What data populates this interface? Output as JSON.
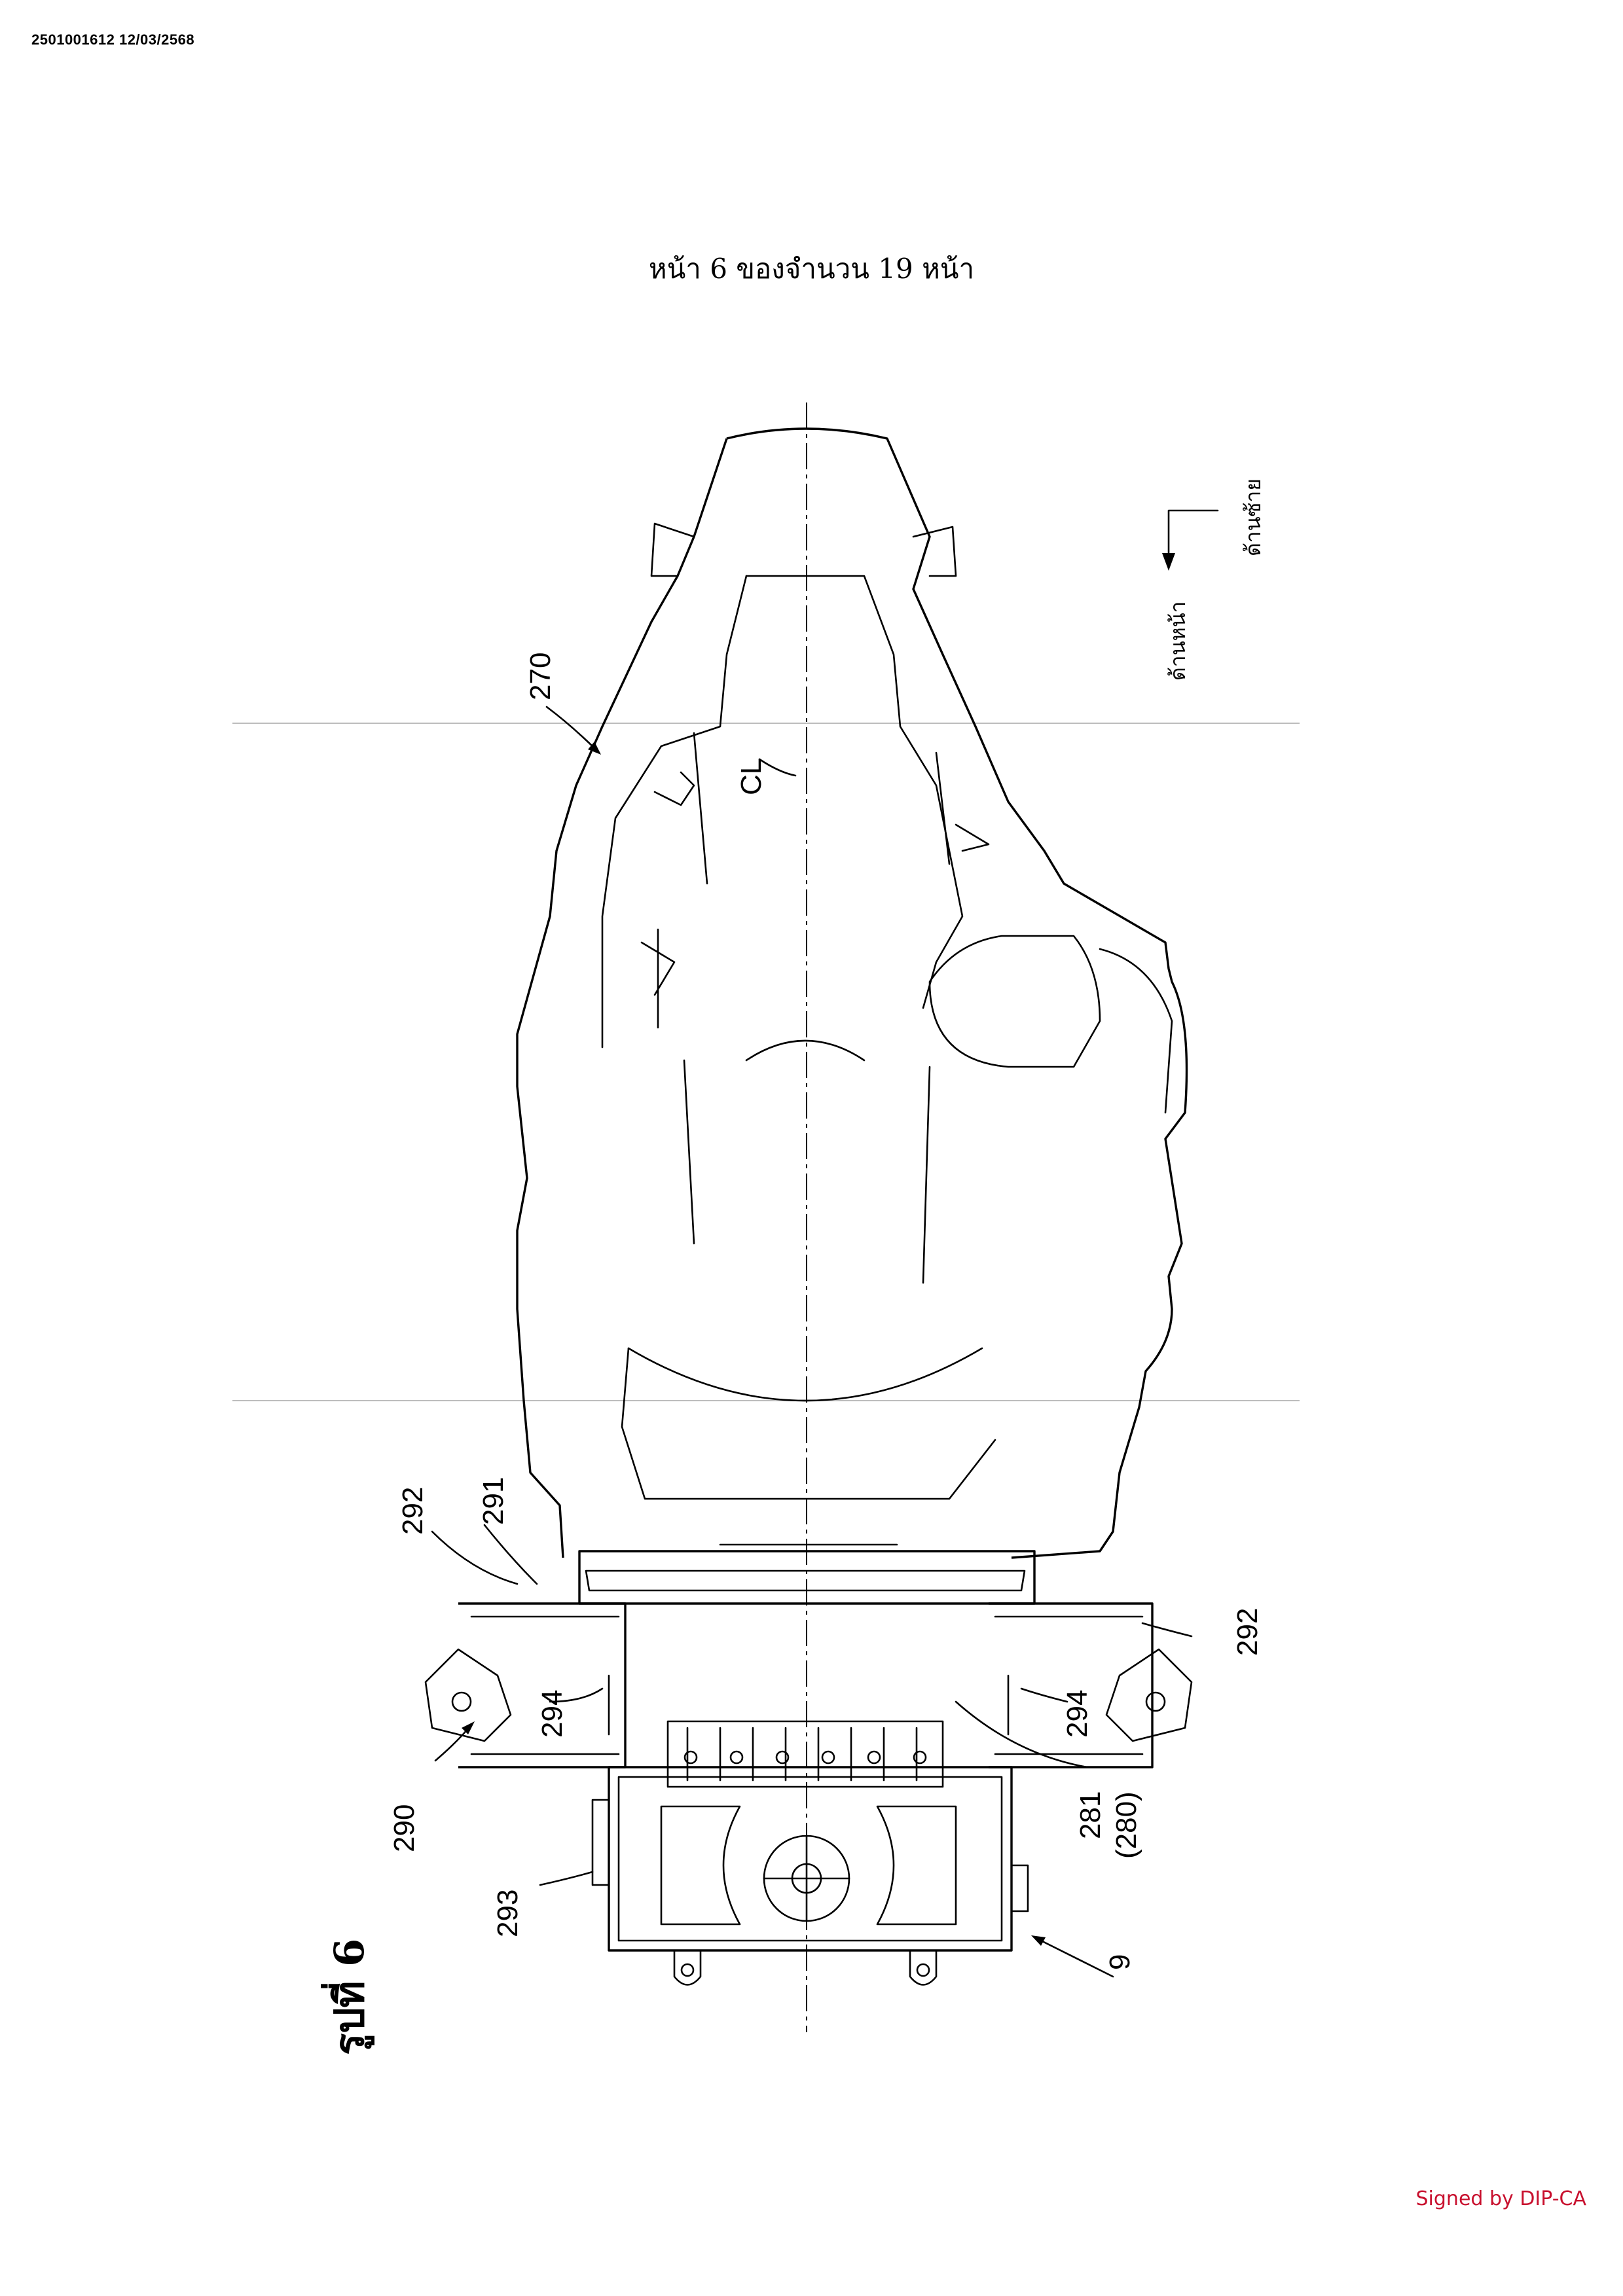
{
  "header": {
    "doc_id": "2501001612 12/03/2568"
  },
  "page_label": "หน้า 6 ของจำนวน 19 หน้า",
  "figure": {
    "title": "รูปที่ 6",
    "centerline_label": "CL",
    "direction": {
      "front": "ด้านหน้า",
      "left": "ด้านซ้าย"
    },
    "refs": {
      "r270": "270",
      "r292_left": "292",
      "r291": "291",
      "r294_left": "294",
      "r290": "290",
      "r293": "293",
      "r292_right": "292",
      "r294_right": "294",
      "r281": "281",
      "r280": "(280)",
      "r9": "9"
    }
  },
  "footer": {
    "signature": "Signed by DIP-CA",
    "signature_color": "#c8102e"
  }
}
